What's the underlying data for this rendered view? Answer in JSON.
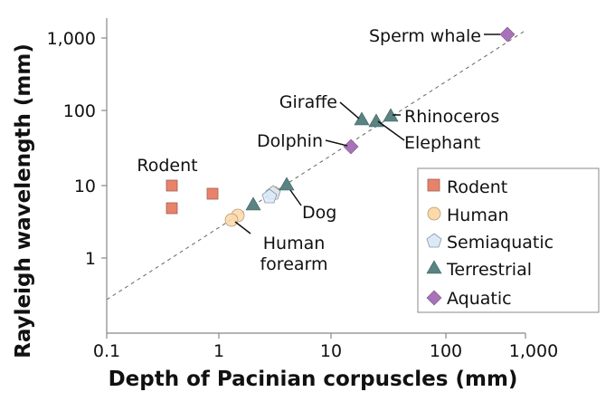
{
  "chart_data": {
    "type": "scatter",
    "title": "",
    "xlabel": "Depth of Pacinian corpuscles (mm)",
    "ylabel": "Rayleigh wavelength (mm)",
    "xscale": "log",
    "yscale": "log",
    "xlim": [
      0.1,
      1000
    ],
    "ylim": [
      0.1,
      2000
    ],
    "xticks": [
      0.1,
      1,
      10,
      100,
      1000
    ],
    "xtick_labels": [
      "0.1",
      "1",
      "10",
      "100",
      "1,000"
    ],
    "yticks": [
      1,
      10,
      100,
      1000
    ],
    "ytick_labels": [
      "1",
      "10",
      "100",
      "1,000"
    ],
    "grid": false,
    "legend_position": "lower right (inside)",
    "reference_line": {
      "style": "dashed",
      "from": [
        0.1,
        0.27
      ],
      "to": [
        800,
        1250
      ],
      "color": "#555555"
    },
    "series": [
      {
        "name": "Rodent",
        "marker": "square",
        "color": "#E8826A",
        "points": [
          {
            "x": 0.38,
            "y": 10
          },
          {
            "x": 0.38,
            "y": 4.9
          },
          {
            "x": 0.87,
            "y": 7.5
          }
        ]
      },
      {
        "name": "Human",
        "marker": "circle",
        "color": "#FDD9A8",
        "points": [
          {
            "x": 1.25,
            "y": 3.2
          },
          {
            "x": 1.45,
            "y": 3.7
          }
        ]
      },
      {
        "name": "Semiaquatic",
        "marker": "pentagon",
        "color": "#DCEAF8",
        "points": [
          {
            "x": 2.9,
            "y": 7.0
          },
          {
            "x": 3.1,
            "y": 7.8
          }
        ]
      },
      {
        "name": "Terrestrial",
        "marker": "triangle",
        "color": "#5A8383",
        "points": [
          {
            "x": 2.0,
            "y": 5.5
          },
          {
            "x": 4.0,
            "y": 10.5
          },
          {
            "x": 18,
            "y": 80
          },
          {
            "x": 24,
            "y": 73
          },
          {
            "x": 32,
            "y": 88
          }
        ]
      },
      {
        "name": "Aquatic",
        "marker": "diamond",
        "color": "#A872B8",
        "points": [
          {
            "x": 15,
            "y": 33
          },
          {
            "x": 480,
            "y": 1150
          }
        ]
      }
    ],
    "annotations": [
      {
        "text": "Sperm whale",
        "x": 480,
        "y": 1150
      },
      {
        "text": "Giraffe",
        "x": 18,
        "y": 80
      },
      {
        "text": "Rhinoceros",
        "x": 32,
        "y": 88
      },
      {
        "text": "Elephant",
        "x": 24,
        "y": 73
      },
      {
        "text": "Dolphin",
        "x": 15,
        "y": 33
      },
      {
        "text": "Rodent",
        "x": 0.5,
        "y": 15
      },
      {
        "text": "Dog",
        "x": 4.0,
        "y": 10.5
      },
      {
        "text": "Human forearm",
        "x": 1.25,
        "y": 3.2
      }
    ]
  },
  "axes": {
    "x_title": "Depth of Pacinian corpuscles (mm)",
    "y_title": "Rayleigh wavelength (mm)",
    "x_ticks": [
      "0.1",
      "1",
      "10",
      "100",
      "1,000"
    ],
    "y_ticks": [
      "1",
      "10",
      "100",
      "1,000"
    ]
  },
  "annotations": {
    "sperm_whale": "Sperm whale",
    "giraffe": "Giraffe",
    "rhinoceros": "Rhinoceros",
    "elephant": "Elephant",
    "dolphin": "Dolphin",
    "rodent": "Rodent",
    "dog": "Dog",
    "human_forearm_1": "Human",
    "human_forearm_2": "forearm"
  },
  "legend": {
    "items": [
      {
        "label": "Rodent",
        "color": "#E8826A",
        "marker": "square"
      },
      {
        "label": "Human",
        "color": "#FDD9A8",
        "marker": "circle"
      },
      {
        "label": "Semiaquatic",
        "color": "#DCEAF8",
        "marker": "pentagon"
      },
      {
        "label": "Terrestrial",
        "color": "#5A8383",
        "marker": "triangle"
      },
      {
        "label": "Aquatic",
        "color": "#A872B8",
        "marker": "diamond"
      }
    ]
  },
  "colors": {
    "axis": "#888888",
    "text": "#111111",
    "reference_line": "#555555",
    "marker_stroke": "#8a8a8a"
  }
}
